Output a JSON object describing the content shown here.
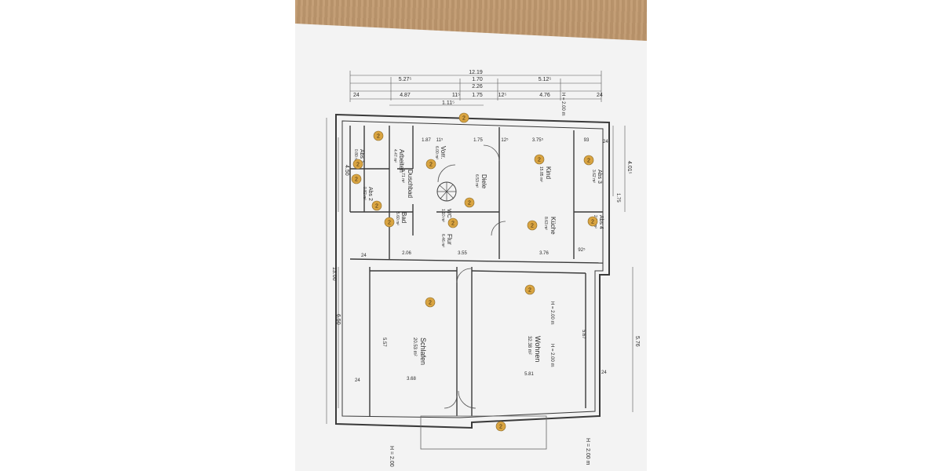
{
  "dims": {
    "total_width": "12.19",
    "top_left": "5.27⁵",
    "top_mid": "1.70",
    "top_right": "5.12⁵",
    "mid_2_26": "2.26",
    "r24a": "24",
    "r487": "4.87",
    "r11": "11⁵",
    "r175": "1.75",
    "r12": "12⁵",
    "r476": "4.76",
    "r24b": "24",
    "d111": "1.11⁵",
    "h200_top": "H = 2.00 m",
    "left_1300": "13.00",
    "left_650": "6.50",
    "left_450": "4.50",
    "right_576": "5.76",
    "right_401": "4.01⁵",
    "right_175": "1.75",
    "bottom_h200_left": "H = 2.00",
    "bottom_h200_right": "H = 2.00 m",
    "d187": "1.87",
    "d11": "11⁵",
    "d175": "1.75",
    "d12": "12⁵",
    "d375": "3.75⁵",
    "d93": "93",
    "d24": "24",
    "d206": "2.06",
    "d355": "3.55",
    "d376": "3.76",
    "d368": "3.68",
    "d581": "5.81",
    "d557": "5.57",
    "d567": "5.67",
    "d92": "92⁵",
    "d24b": "24",
    "d24c": "24",
    "d24d": "24"
  },
  "rooms": {
    "vorr": {
      "name": "Vorr.",
      "area": "6.00 m²"
    },
    "arbeiten": {
      "name": "Arbeiten",
      "area": "4.47 m²"
    },
    "abs1": {
      "name": "Abs 1",
      "area": "0.80 m²"
    },
    "duschbad": {
      "name": "Duschbad",
      "area": "5.71 m²"
    },
    "abs2": {
      "name": "Abs 2",
      "area": "0.82 m²"
    },
    "diele": {
      "name": "Diele",
      "area": "6.53 m²"
    },
    "kind": {
      "name": "Kind",
      "area": "15.85 m²"
    },
    "abs3": {
      "name": "Abs 3",
      "area": "3.62 m²"
    },
    "wc": {
      "name": "WC",
      "area": "1.10 m²"
    },
    "bad": {
      "name": "Bad",
      "area": "5.60 m²"
    },
    "flur": {
      "name": "Flur",
      "area": "6.46 m²"
    },
    "kueche": {
      "name": "Küche",
      "area": "8.63 m²"
    },
    "abs4": {
      "name": "Abs 4",
      "area": "2.20 m²"
    },
    "schlafen": {
      "name": "Schlafen",
      "area": "20.53 m²"
    },
    "wohnen": {
      "name": "Wohnen",
      "area": "32.38 m²"
    },
    "wohnen_h1": "H = 2.00 m",
    "wohnen_h2": "H = 2.00 m"
  },
  "markers": {
    "label": "2"
  },
  "colors": {
    "paper": "#f2f2f2",
    "wall": "#3a3a3a",
    "marker_fill": "#d9a441",
    "table": "#b38a5e"
  }
}
